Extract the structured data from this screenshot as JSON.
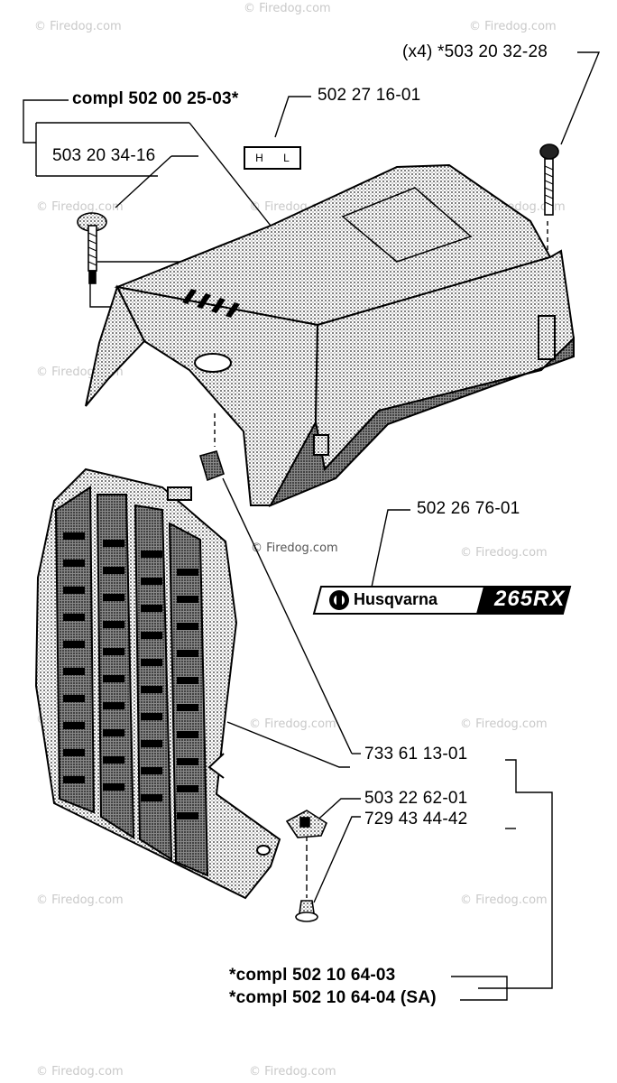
{
  "watermark": "© Firedog.com",
  "labels": {
    "screw_top_right": "(x4) *503 20 32-28",
    "compl_cover": "compl 502 00 25-03*",
    "tag_part": "502 27 16-01",
    "screw_left": "503 20 34-16",
    "decal_part": "502 26 76-01",
    "clip_part": "733 61 13-01",
    "nut_part": "503 22 62-01",
    "pin_part": "729 43 44-42",
    "compl_filter_a": "*compl 502 10 64-03",
    "compl_filter_b": "*compl 502 10 64-04 (SA)"
  },
  "tag": {
    "left": "H",
    "right": "L"
  },
  "decal": {
    "brand": "Husqvarna",
    "model": "265RX"
  }
}
